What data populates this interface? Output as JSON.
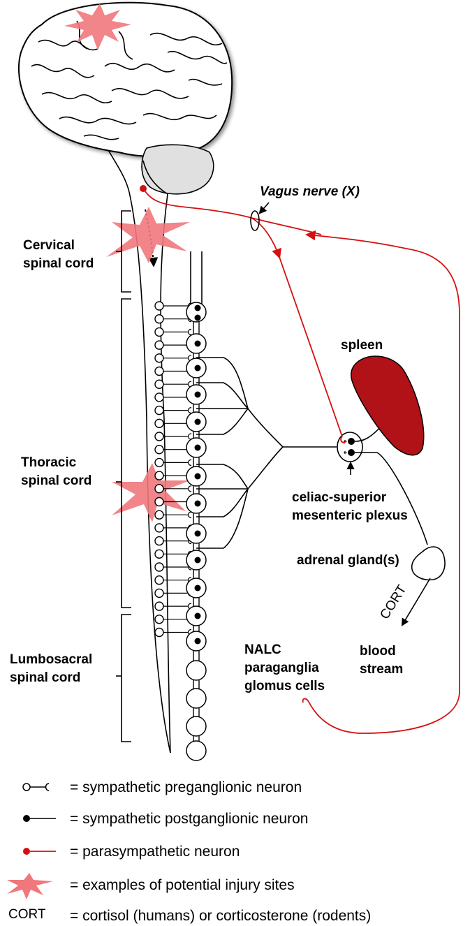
{
  "labels": {
    "vagus": "Vagus nerve (X)",
    "cervical_1": "Cervical",
    "cervical_2": "spinal cord",
    "thoracic_1": "Thoracic",
    "thoracic_2": "spinal cord",
    "lumbo_1": "Lumbosacral",
    "lumbo_2": "spinal cord",
    "spleen": "spleen",
    "celiac_1": "celiac-superior",
    "celiac_2": "mesenteric plexus",
    "adrenal": "adrenal gland(s)",
    "cort_arrow": "CORT",
    "blood_1": "blood",
    "blood_2": "stream",
    "nalc_1": "NALC",
    "nalc_2": "paraganglia",
    "nalc_3": "glomus cells"
  },
  "legend": [
    {
      "symbol": "",
      "text": "= sympathetic preganglionic neuron"
    },
    {
      "symbol": "",
      "text": "= sympathetic postganglionic neuron"
    },
    {
      "symbol": "",
      "text": "= parasympathetic neuron"
    },
    {
      "symbol": "",
      "text": "= examples of potential injury sites"
    },
    {
      "symbol": "CORT",
      "text": "= cortisol (humans) or corticosterone (rodents)"
    }
  ],
  "colors": {
    "parasympathetic": "#d41111",
    "injury": "#f0787c",
    "spleen": "#b01217",
    "cerebellum": "#e0e0e0"
  },
  "icons": [
    "brain-icon",
    "injury-star-icon",
    "spleen-icon",
    "adrenal-gland-icon"
  ]
}
